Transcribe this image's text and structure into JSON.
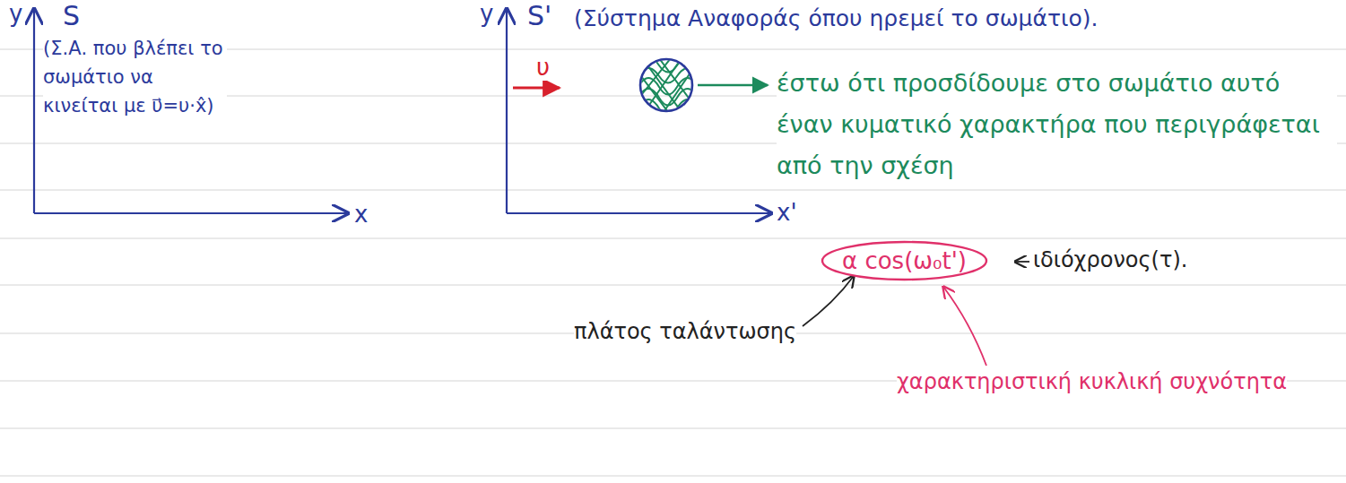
{
  "diagram": {
    "nodes": [
      {
        "text": [
          "α cos(ω₀t')"
        ]
      }
    ],
    "labels": [
      "y",
      "S",
      "(Σ.Α. που βλέπει το σωμάτιο να κινείται με υ⃗=υ·x̂)",
      "x",
      "y",
      "S'",
      "(Σύστημα Αναφοράς όπου ηρεμεί το σωμάτιο).",
      "υ",
      "έστω ότι προσδίδουμε στο σωμάτιο αυτό έναν κυματικό χαρακτήρα που περιγράφεται από την σχέση",
      "x'",
      "πλάτος ταλάντωσης",
      "ιδιόχρονος(τ).",
      "χαρακτηριστική κυκλική συχνότητα"
    ]
  }
}
